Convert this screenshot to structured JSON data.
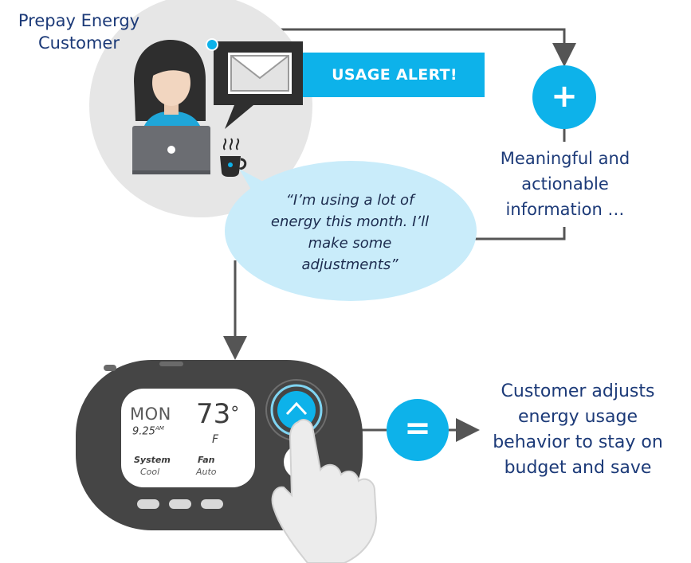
{
  "customer_label": [
    "Prepay Energy",
    "Customer"
  ],
  "alert_text": "USAGE ALERT!",
  "plus_symbol": "+",
  "info_label": [
    "Meaningful and",
    "actionable",
    "information …"
  ],
  "quote": [
    "“I’m using a lot of",
    "energy this month. I’ll",
    "make some",
    "adjustments”"
  ],
  "thermostat": {
    "day": "MON",
    "time": "9.25",
    "time_suffix": "AM",
    "temperature": "73",
    "degree": "°",
    "unit": "F",
    "system_label": "System",
    "system_value": "Cool",
    "fan_label": "Fan",
    "fan_value": "Auto"
  },
  "equals_symbol": "=",
  "result_label": [
    "Customer adjusts",
    "energy usage",
    "behavior to stay on",
    "budget and save"
  ],
  "colors": {
    "accent_blue": "#0db2ea",
    "navy_text": "#1c3a78",
    "light_bubble": "#c9ecfa",
    "device_dark": "#454545",
    "arrow_gray": "#555555"
  }
}
